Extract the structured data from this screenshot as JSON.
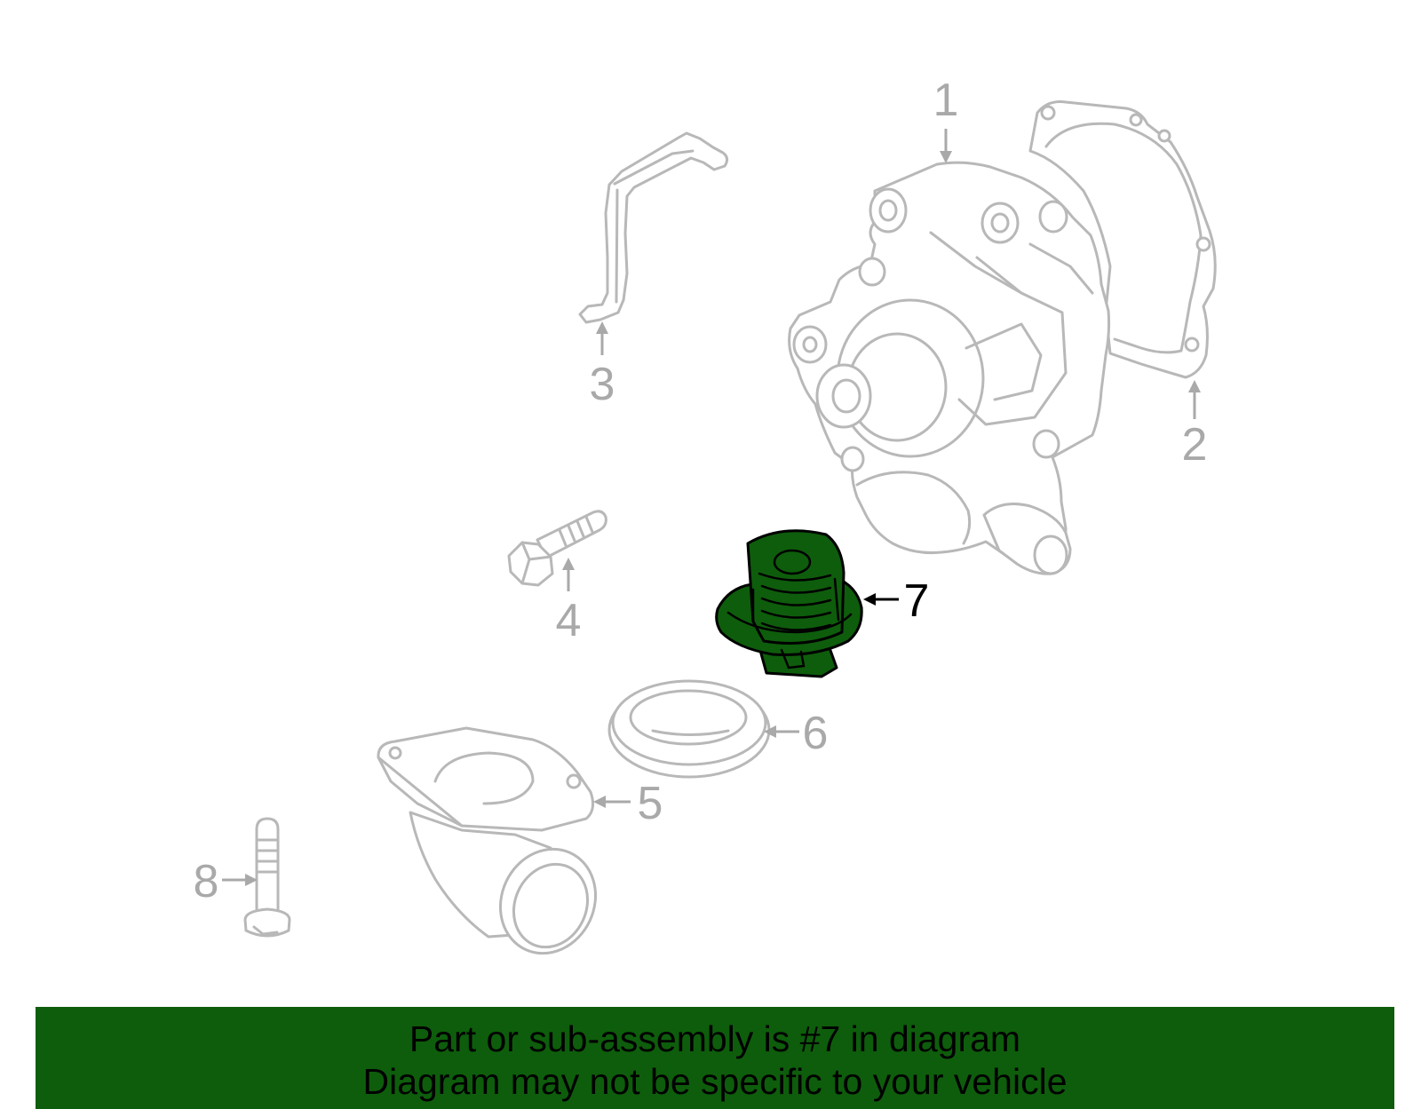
{
  "colors": {
    "highlight_fill": "#0e5d0c",
    "banner_bg": "#0e5d0c",
    "part_outline": "#b8b8b8",
    "callout_gray": "#a9a9a9",
    "callout_highlight": "#000000"
  },
  "diagram": {
    "highlighted_callout": "7",
    "callouts": [
      {
        "number": "1",
        "part": "water-pump"
      },
      {
        "number": "2",
        "part": "pump-gasket"
      },
      {
        "number": "3",
        "part": "bracket-pipe"
      },
      {
        "number": "4",
        "part": "bolt"
      },
      {
        "number": "5",
        "part": "thermostat-housing"
      },
      {
        "number": "6",
        "part": "gasket-ring"
      },
      {
        "number": "7",
        "part": "thermostat"
      },
      {
        "number": "8",
        "part": "flange-bolt"
      }
    ]
  },
  "banner": {
    "line1": "Part or sub-assembly is #7 in diagram",
    "line2": "Diagram may not be specific to your vehicle"
  }
}
